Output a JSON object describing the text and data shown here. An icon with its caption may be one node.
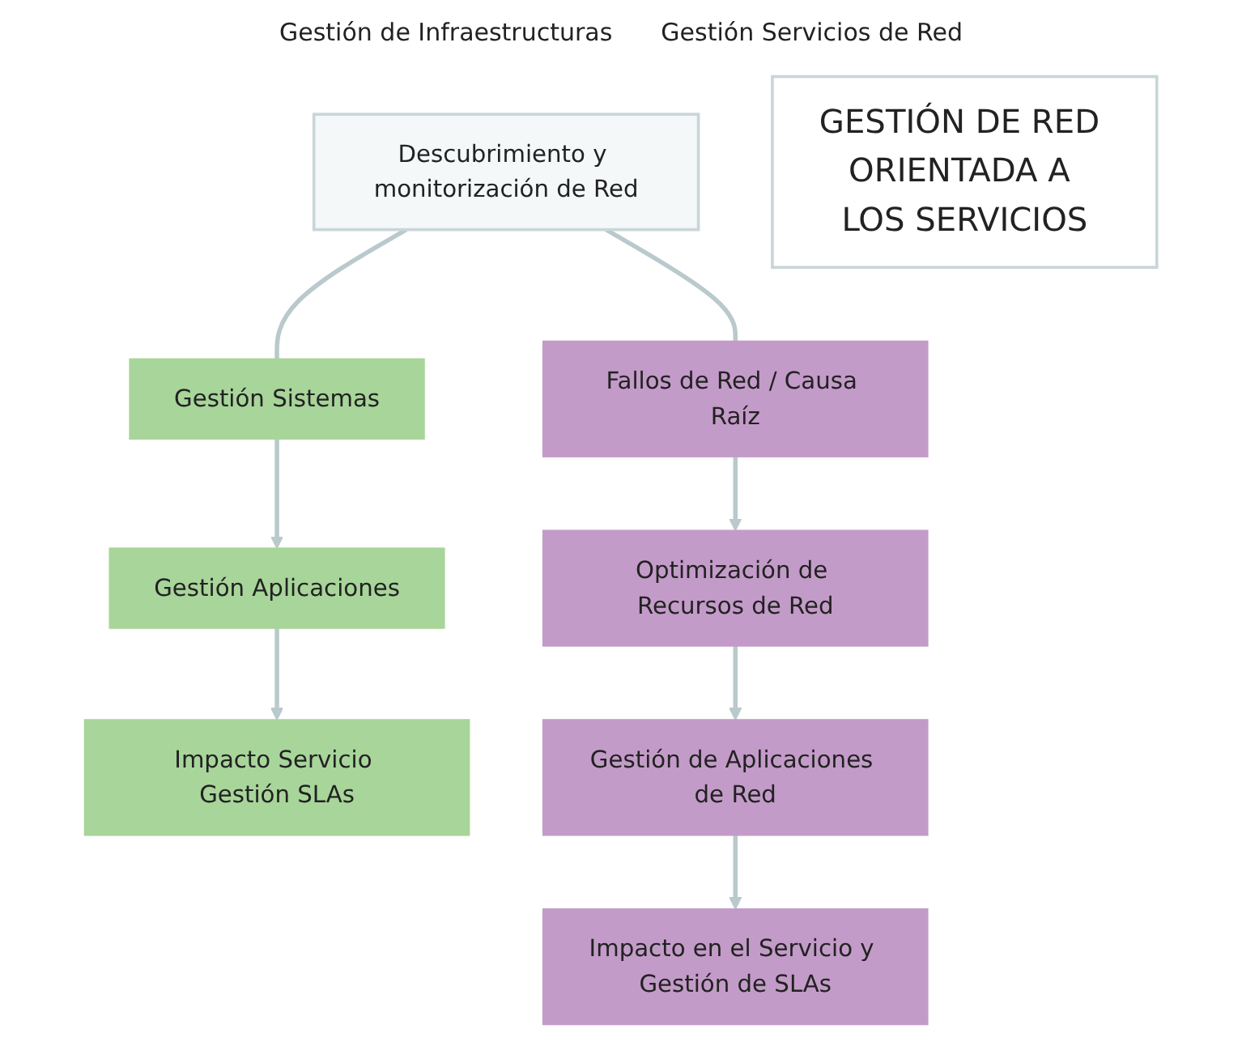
{
  "diagram": {
    "nodes": [
      {
        "text": [
          "Descubrimiento y monitorización de Red"
        ]
      },
      {
        "text": [
          "Gestión Sistemas"
        ]
      },
      {
        "text": [
          "Gestión Aplicaciones"
        ]
      },
      {
        "text": [
          "Impacto Servicio Gestión SLAs"
        ]
      },
      {
        "text": [
          "Fallos de Red / Causa Raíz"
        ]
      },
      {
        "text": [
          "Optimización de Recursos de Red"
        ]
      },
      {
        "text": [
          "Gestión de Aplicaciones de Red"
        ]
      },
      {
        "text": [
          "Impacto en el Servicio y Gestión de SLAs"
        ]
      },
      {
        "text": [
          "GESTIÓN DE RED ORIENTADA A LOS SERVICIOS"
        ]
      }
    ],
    "edges": [
      {
        "from": 0,
        "to": 1,
        "arrow": "none"
      },
      {
        "from": 1,
        "to": 2,
        "arrow": "to"
      },
      {
        "from": 2,
        "to": 3,
        "arrow": "to"
      },
      {
        "from": 0,
        "to": 4,
        "arrow": "none"
      },
      {
        "from": 4,
        "to": 5,
        "arrow": "to"
      },
      {
        "from": 5,
        "to": 6,
        "arrow": "to"
      },
      {
        "from": 6,
        "to": 7,
        "arrow": "to"
      }
    ],
    "labels": [
      "Gestión de Infraestructuras",
      "Gestión Servicios de Red"
    ]
  }
}
